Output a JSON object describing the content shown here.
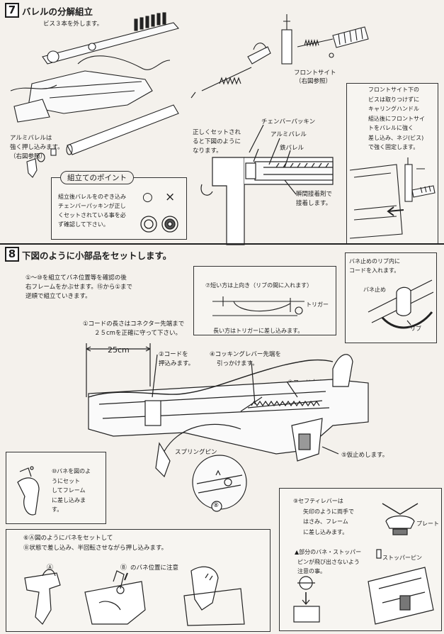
{
  "step7": {
    "number": "7",
    "title": "バレルの分解組立",
    "remove_screws": "ビス３本を外します。",
    "front_sight": "フロントサイト",
    "front_sight_ref": "（右図参照）",
    "aluminum_barrel_note": [
      "アルミバレルは",
      "強く押し込みます。",
      "（右図参照）"
    ],
    "correct_set_note": [
      "正しくセットされ",
      "ると下図のように",
      "なります。"
    ],
    "chamber_packing": "チェンバーパッキン",
    "aluminum_barrel": "アルミバレル",
    "iron_barrel": "鉄バレル",
    "glue_note": [
      "瞬間接着剤で",
      "接着します。"
    ],
    "front_sight_box": [
      "フロントサイト下の",
      "ビスは取りつけずに",
      "キャリングハンドル",
      "組込後にフロントサイ",
      "トをバレルに強く",
      "差し込み、ネジ(ビス)",
      "で強く固定します。"
    ],
    "assembly_point": {
      "title": "組立てのポイント",
      "text": [
        "組立後バレルをのぞき込み",
        "チェンバーパッキンが正し",
        "くセットされている事を必",
        "ず確認して下さい。"
      ],
      "ok_symbol": "○",
      "ng_symbol": "×"
    }
  },
  "step8": {
    "number": "8",
    "title": "下図のように小部品をセットします。",
    "intro": [
      "①～⑩を組立てバネ位置等を確認の後",
      "右フレームをかぶせます。⑮から①まで",
      "逆順で組立ていきます。"
    ],
    "note1": [
      "①コードの長さはコネクター先端まで",
      "２５cmを正確に守って下さい。"
    ],
    "dimension": "25cm",
    "note2": [
      "②コードを",
      "押込みます。"
    ],
    "note3": "③コード止め",
    "note4": [
      "④コッキングレバー先端を",
      "引っかけます。"
    ],
    "note5": "⑤仮止めします。",
    "spring_pin": "スプリングピン",
    "note7": [
      "⑦短い方は上向き（リブの間に入れます）"
    ],
    "note7_trigger": "トリガー",
    "note7_bottom": "長い方はトリガーに差し込みます。",
    "spring_box": {
      "title": [
        "バネ止めのリブ内に",
        "コードを入れます。"
      ],
      "spring_stop": "バネ止め",
      "rib": "リブ"
    },
    "note8": "⑧",
    "note10": [
      "⑩バネを図のよ",
      "うにセット",
      "してフレーム",
      "に差し込みま",
      "す。"
    ],
    "note6": [
      "⑥Ⓐ図のようにバネをセットして",
      "Ⓑ状態で差し込み、半回転させながら押し込みます。"
    ],
    "label_a": "Ⓐ",
    "label_b": "Ⓑ",
    "spring_position": "のバネ位置に注意",
    "note9": [
      "⑨セフティレバーは",
      "矢印のように両手で",
      "はさみ、フレーム",
      "に差し込みます。"
    ],
    "warning": [
      "▲部分のバネ・ストッパー",
      "ピンが飛び出さないよう",
      "注意の事。"
    ],
    "plate": "プレート",
    "stopper_pin": "ストッパーピン"
  },
  "colors": {
    "paper": "#f4f1ec",
    "ink": "#1d1d1d"
  }
}
